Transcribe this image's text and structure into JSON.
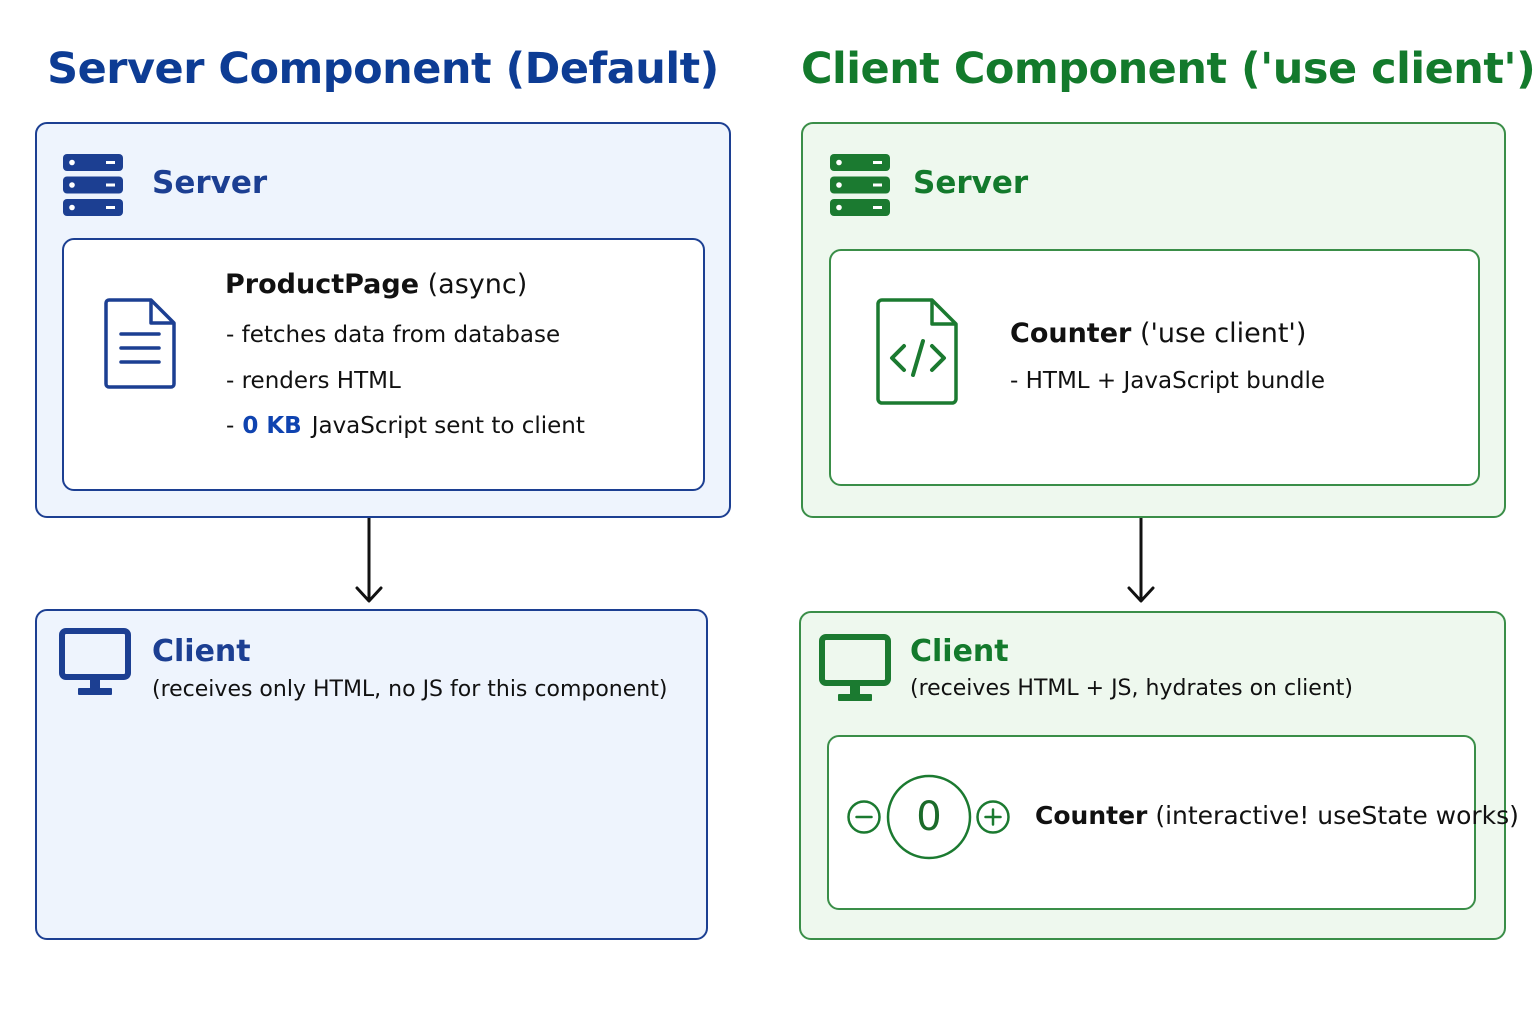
{
  "left": {
    "title": "Server Component (Default)",
    "server_label": "Server",
    "component_name": "ProductPage",
    "component_note": "(async)",
    "lines": {
      "l1": "- fetches data from database",
      "l2": "- renders HTML",
      "l3_prefix": "-",
      "l3_kb": "0 KB",
      "l3_rest": "JavaScript sent to client"
    },
    "client_label": "Client",
    "client_sub": "(receives only HTML, no JS for this component)"
  },
  "right": {
    "title": "Client Component ('use client')",
    "server_label": "Server",
    "component_name": "Counter",
    "component_note": "('use client')",
    "line1": "- HTML + JavaScript bundle",
    "client_label": "Client",
    "client_sub": "(receives HTML + JS, hydrates on client)",
    "counter": {
      "value": "0",
      "name": "Counter",
      "note": "(interactive! useState works)"
    }
  },
  "colors": {
    "blue": "#1c3f92",
    "blue_fill": "#eef4fd",
    "green": "#137a2c",
    "green_fill": "#eef8ee",
    "kb_accent": "#0f43b0"
  },
  "icons": {
    "server": "server-rack-icon",
    "document": "document-icon",
    "code_file": "code-file-icon",
    "monitor": "monitor-icon",
    "minus": "minus-circle-icon",
    "plus": "plus-circle-icon",
    "arrow": "arrow-down-icon"
  }
}
